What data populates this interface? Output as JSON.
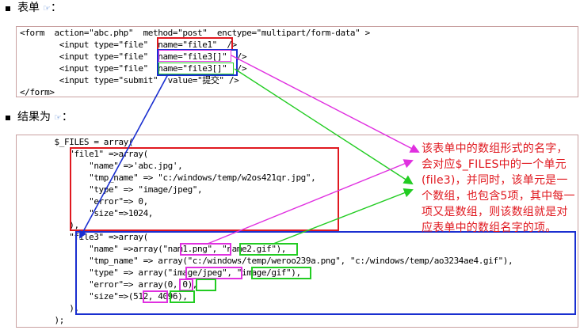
{
  "section1": {
    "title": "表单",
    "hand_icon": "☞",
    "hand_suffix": "：",
    "code_lines": [
      "<form  action=\"abc.php\"  method=\"post\"  enctype=\"multipart/form-data\" >",
      "        <input type=\"file\"  name=\"file1\"  />",
      "        <input type=\"file\"  name=\"file3[]\"  />",
      "        <input type=\"file\"  name=\"file3[]\"  />",
      "        <input type=\"submit\"  value=\"提交\" />",
      "</form>"
    ]
  },
  "section2": {
    "title": "结果为",
    "hand_icon": "☞",
    "hand_suffix": "：",
    "code_lines": [
      "       $_FILES = array(",
      "          \"file1\" =>array(",
      "              \"name\" =>'abc.jpg',",
      "              \"tmp_name\" => \"c:/windows/temp/w2os421qr.jpg\",",
      "              \"type\" => \"image/jpeg\",",
      "              \"error\"=> 0,",
      "              \"size\"=>1024,",
      "          ),",
      "          \"file3\" =>array(",
      "              \"name\" =>array(\"nam1.png\", \"name2.gif\"),",
      "              \"tmp_name\" => array(\"c:/windows/temp/weroo239a.png\", \"c:/windows/temp/ao3234ae4.gif\"),",
      "              \"type\" => array(\"image/jpeg\", \"image/gif\"),",
      "              \"error\"=> array(0, 0),",
      "              \"size\"=>(512, 4096),",
      "          ),",
      "       );"
    ]
  },
  "annotation": {
    "text": "该表单中的数组形式的名字，会对应$_FILES中的一个单元(file3)，并同时，该单元是一个数组，也包含5项，其中每一项又是数组，则该数组就是对应表单中的数组名字的项。"
  },
  "colors": {
    "red": "#e0181f",
    "blue": "#1a2fd0",
    "magenta": "#e030e0",
    "green": "#22cc22"
  }
}
